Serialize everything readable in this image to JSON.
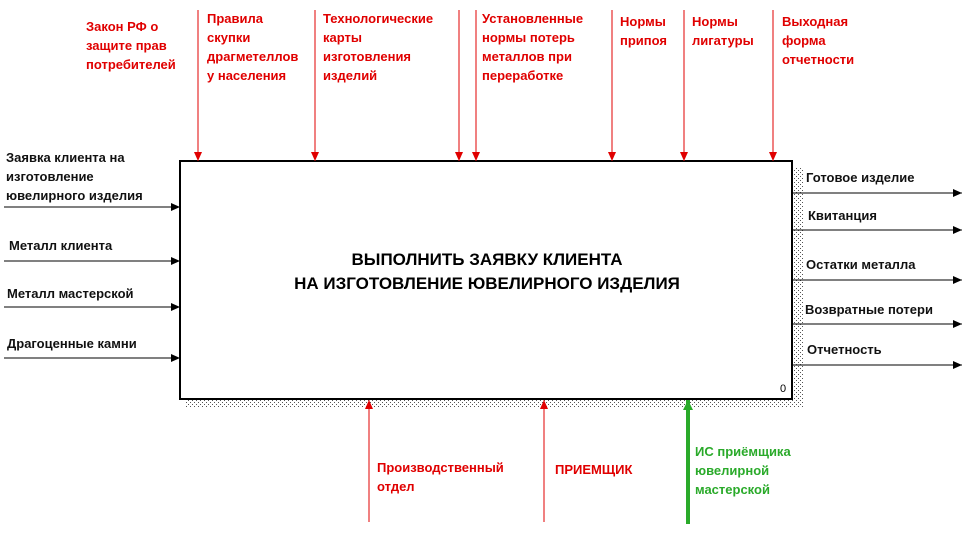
{
  "function_box": {
    "title": "ВЫПОЛНИТЬ ЗАЯВКУ КЛИЕНТА\nНА ИЗГОТОВЛЕНИЕ ЮВЕЛИРНОГО ИЗДЕЛИЯ",
    "node_number": "0"
  },
  "controls": [
    {
      "label": "Закон РФ о\nзащите прав\nпотребителей"
    },
    {
      "label": "Правила\nскупки\nдрагметеллов\nу населения"
    },
    {
      "label": "Технологические\nкарты\nизготовления\nизделий"
    },
    {
      "label": "Установленные\nнормы потерь\nметаллов при\nпереработке"
    },
    {
      "label": "Нормы\nприпоя"
    },
    {
      "label": "Нормы\nлигатуры"
    },
    {
      "label": "Выходная\nформа\nотчетности"
    }
  ],
  "inputs": [
    {
      "label": "Заявка клиента на\nизготовление\nювелирного изделия"
    },
    {
      "label": "Металл клиента"
    },
    {
      "label": "Металл мастерской"
    },
    {
      "label": "Драгоценные камни"
    }
  ],
  "outputs": [
    {
      "label": "Готовое изделие"
    },
    {
      "label": "Квитанция"
    },
    {
      "label": "Остатки металла"
    },
    {
      "label": "Возвратные потери"
    },
    {
      "label": "Отчетность"
    }
  ],
  "mechanisms": [
    {
      "label": "Производственный\nотдел"
    },
    {
      "label": "ПРИЕМЩИК"
    },
    {
      "label": "ИС приёмщика\nювелирной\nмастерской"
    }
  ],
  "colors": {
    "control_arrow": "#e00000",
    "control_text": "#e00000",
    "io_arrow": "#000000",
    "io_text": "#111111",
    "mechanism_arrow": "#e00000",
    "mechanism_highlight": "#2aaa2a"
  }
}
